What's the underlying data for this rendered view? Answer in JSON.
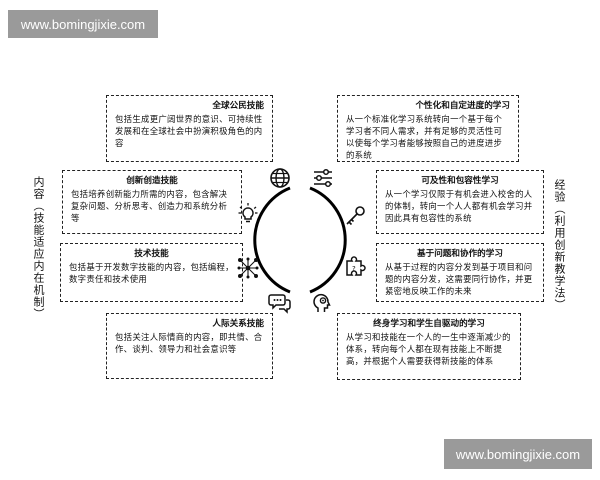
{
  "watermark": {
    "top": "www.bomingjixie.com",
    "bottom": "www.bomingjixie.com"
  },
  "left_label": "内容（技能适应内在机制）",
  "right_label": "经验（利用创新教学法）",
  "boxes": {
    "global": {
      "title": "全球公民技能",
      "body": "包括生成更广阔世界的意识、可持续性发展和在全球社会中扮演积极角色的内容"
    },
    "creative": {
      "title": "创新创造技能",
      "body": "包括培养创新能力所需的内容，包含解决复杂问题、分析思考、创造力和系统分析等"
    },
    "tech": {
      "title": "技术技能",
      "body": "包括基于开发数字技能的内容，包括编程， 数字责任和技术使用"
    },
    "human": {
      "title": "人际关系技能",
      "body": "包括关注人际情商的内容，即共情、合作、谈判、领导力和社会意识等"
    },
    "personal": {
      "title": "个性化和自定进度的学习",
      "body": "从一个标准化学习系统转向一个基于每个学习者不同人需求，并有足够的灵活性可以使每个学习者能够按照自己的进度进步的系统"
    },
    "access": {
      "title": "可及性和包容性学习",
      "body": "从一个学习仅限于有机会进入校舍的人的体制，转向一个人人都有机会学习并因此具有包容性的系统"
    },
    "problem": {
      "title": "基于问题和协作的学习",
      "body": "从基于过程的内容分发到基于项目和问题的内容分发，这需要同行协作，并更紧密地反映工作的未来"
    },
    "lifelong": {
      "title": "终身学习和学生自驱动的学习",
      "body": "从学习和技能在一个人的一生中逐渐减少的体系，转向每个人都在现有技能上不断提高，并根据个人需要获得新技能的体系"
    }
  },
  "icons": {
    "global": "globe-icon",
    "creative": "lightbulb-icon",
    "tech": "network-icon",
    "human": "chat-bubbles-icon",
    "personal": "sliders-icon",
    "access": "key-icon",
    "problem": "puzzle-icon",
    "lifelong": "head-gear-icon"
  }
}
